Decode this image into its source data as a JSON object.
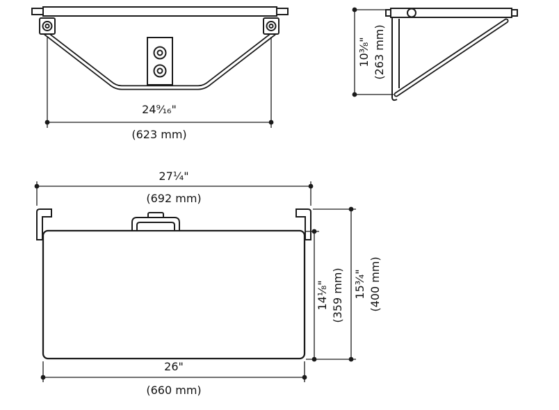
{
  "drawing": {
    "background_color": "#ffffff",
    "line_color": "#1a1a1a",
    "views": {
      "front": {
        "width_dim": {
          "imperial": "24⁹⁄₁₆\"",
          "metric": "(623 mm)"
        }
      },
      "side": {
        "height_dim": {
          "imperial": "10³⁄₈\"",
          "metric": "(263 mm)"
        }
      },
      "plan": {
        "overall_width_dim": {
          "imperial": "27¹⁄₄\"",
          "metric": "(692 mm)"
        },
        "seat_depth_dim": {
          "imperial": "14¹⁄₈\"",
          "metric": "(359 mm)"
        },
        "overall_depth_dim": {
          "imperial": "15³⁄₄\"",
          "metric": "(400 mm)"
        },
        "seat_width_dim": {
          "imperial": "26\"",
          "metric": "(660 mm)"
        }
      }
    }
  }
}
